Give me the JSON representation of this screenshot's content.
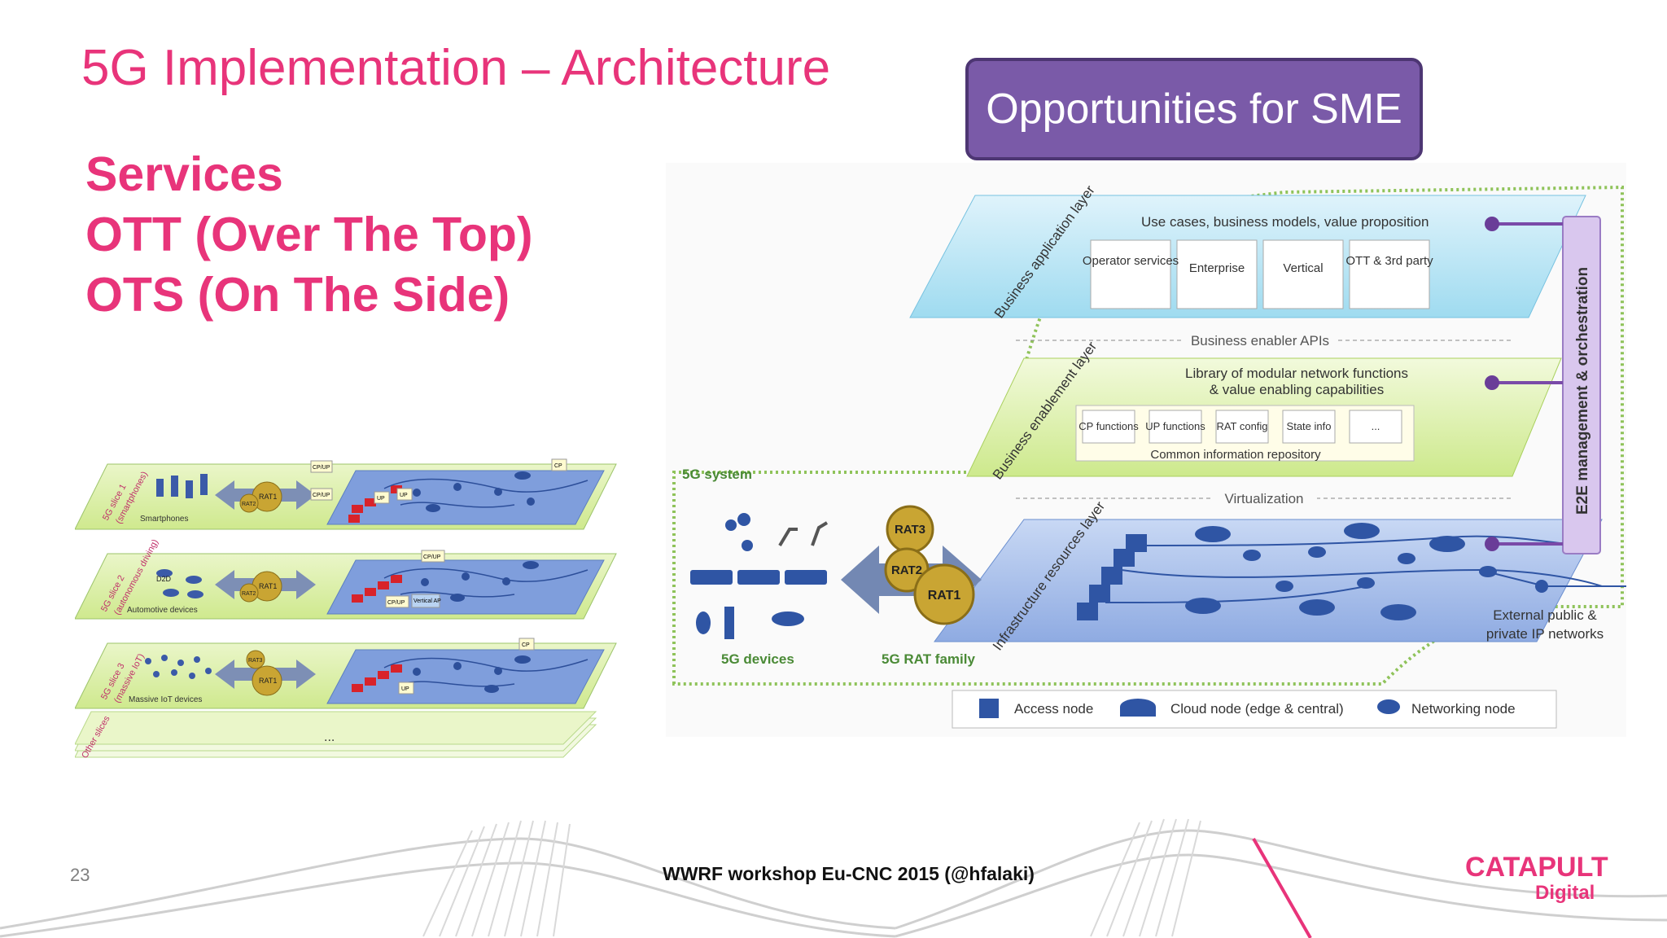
{
  "slide": {
    "title": "5G Implementation – Architecture",
    "left_lines": [
      "Services",
      "OTT (Over The Top)",
      "OTS (On The Side)"
    ],
    "sme_box": "Opportunities for SME",
    "page_number": "23",
    "footer": "WWRF workshop Eu-CNC 2015 (@hfalaki)",
    "logo": {
      "main": "CATAPULT",
      "sub": "Digital"
    },
    "colors": {
      "accent": "#e8347a",
      "sme_box": "#7a5aa8",
      "e2e_bar": "#d9c7ee"
    }
  },
  "left_figure": {
    "slices": [
      {
        "label": "5G slice 1",
        "sublabel": "(smartphones)",
        "devices": "Smartphones",
        "rats": [
          "RAT2",
          "RAT1"
        ],
        "tags": [
          "CP/UP",
          "CP/UP",
          "UP",
          "UP",
          "CP"
        ]
      },
      {
        "label": "5G slice 2",
        "sublabel": "(autonomous driving)",
        "devices": "Automotive devices",
        "d2d": "D2D",
        "rats": [
          "RAT2",
          "RAT1"
        ],
        "tags": [
          "CP/UP",
          "CP/UP",
          "Vertical AP"
        ]
      },
      {
        "label": "5G slice 3",
        "sublabel": "(massive IoT)",
        "devices": "Massive IoT devices",
        "rats": [
          "RAT3",
          "RAT1"
        ],
        "tags": [
          "CP",
          "UP"
        ]
      }
    ],
    "other_slices": "Other slices",
    "ellipsis": "..."
  },
  "right_figure": {
    "layers": {
      "app": {
        "label": "Business application layer",
        "header": "Use cases, business models, value proposition",
        "boxes": [
          "Operator services",
          "Enterprise",
          "Vertical",
          "OTT & 3rd party"
        ]
      },
      "enable_apis": "Business enabler APIs",
      "enable": {
        "label": "Business enablement layer",
        "header1": "Library of modular network functions",
        "header2": "& value enabling capabilities",
        "boxes": [
          "CP functions",
          "UP functions",
          "RAT config",
          "State info",
          "..."
        ],
        "footer": "Common information repository"
      },
      "virtualization": "Virtualization",
      "infra": {
        "label": "Infrastructure resources layer"
      }
    },
    "system_label": "5G system",
    "devices_label": "5G devices",
    "rat_family_label": "5G RAT family",
    "rats": [
      "RAT3",
      "RAT2",
      "RAT1"
    ],
    "e2e": "E2E management & orchestration",
    "external": [
      "External public &",
      "private IP networks"
    ],
    "legend": [
      "Access node",
      "Cloud node (edge & central)",
      "Networking node"
    ]
  }
}
